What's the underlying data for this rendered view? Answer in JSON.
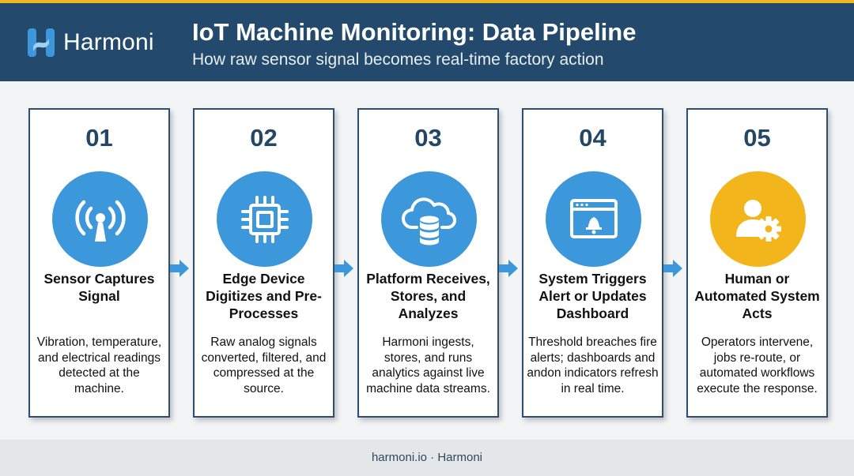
{
  "brand": {
    "name": "Harmoni"
  },
  "header": {
    "title": "IoT Machine Monitoring: Data Pipeline",
    "subtitle": "How raw sensor signal becomes real-time factory action"
  },
  "colors": {
    "header_bg": "#234a6c",
    "accent_bar": "#f0b71f",
    "icon_blue": "#3d97db",
    "icon_gold": "#f3b51c",
    "arrow": "#3d97db"
  },
  "steps": [
    {
      "number": "01",
      "title": "Sensor Captures Signal",
      "description": "Vibration, temperature, and electrical readings detected at the machine.",
      "icon": "antenna-signal-icon"
    },
    {
      "number": "02",
      "title": "Edge Device Digitizes and Pre-Processes",
      "description": "Raw analog signals converted, filtered, and compressed at the source.",
      "icon": "chip-icon"
    },
    {
      "number": "03",
      "title": "Platform Receives, Stores, and Analyzes",
      "description": "Harmoni ingests, stores, and runs analytics against live machine data streams.",
      "icon": "cloud-database-icon"
    },
    {
      "number": "04",
      "title": "System Triggers Alert or Updates Dashboard",
      "description": "Threshold breaches fire alerts; dashboards and andon indicators refresh in real time.",
      "icon": "browser-bell-icon"
    },
    {
      "number": "05",
      "title": "Human or Automated System Acts",
      "description": "Operators intervene, jobs re-route, or automated workflows execute the response.",
      "icon": "user-gear-icon"
    }
  ],
  "footer": {
    "text": "harmoni.io · Harmoni"
  }
}
